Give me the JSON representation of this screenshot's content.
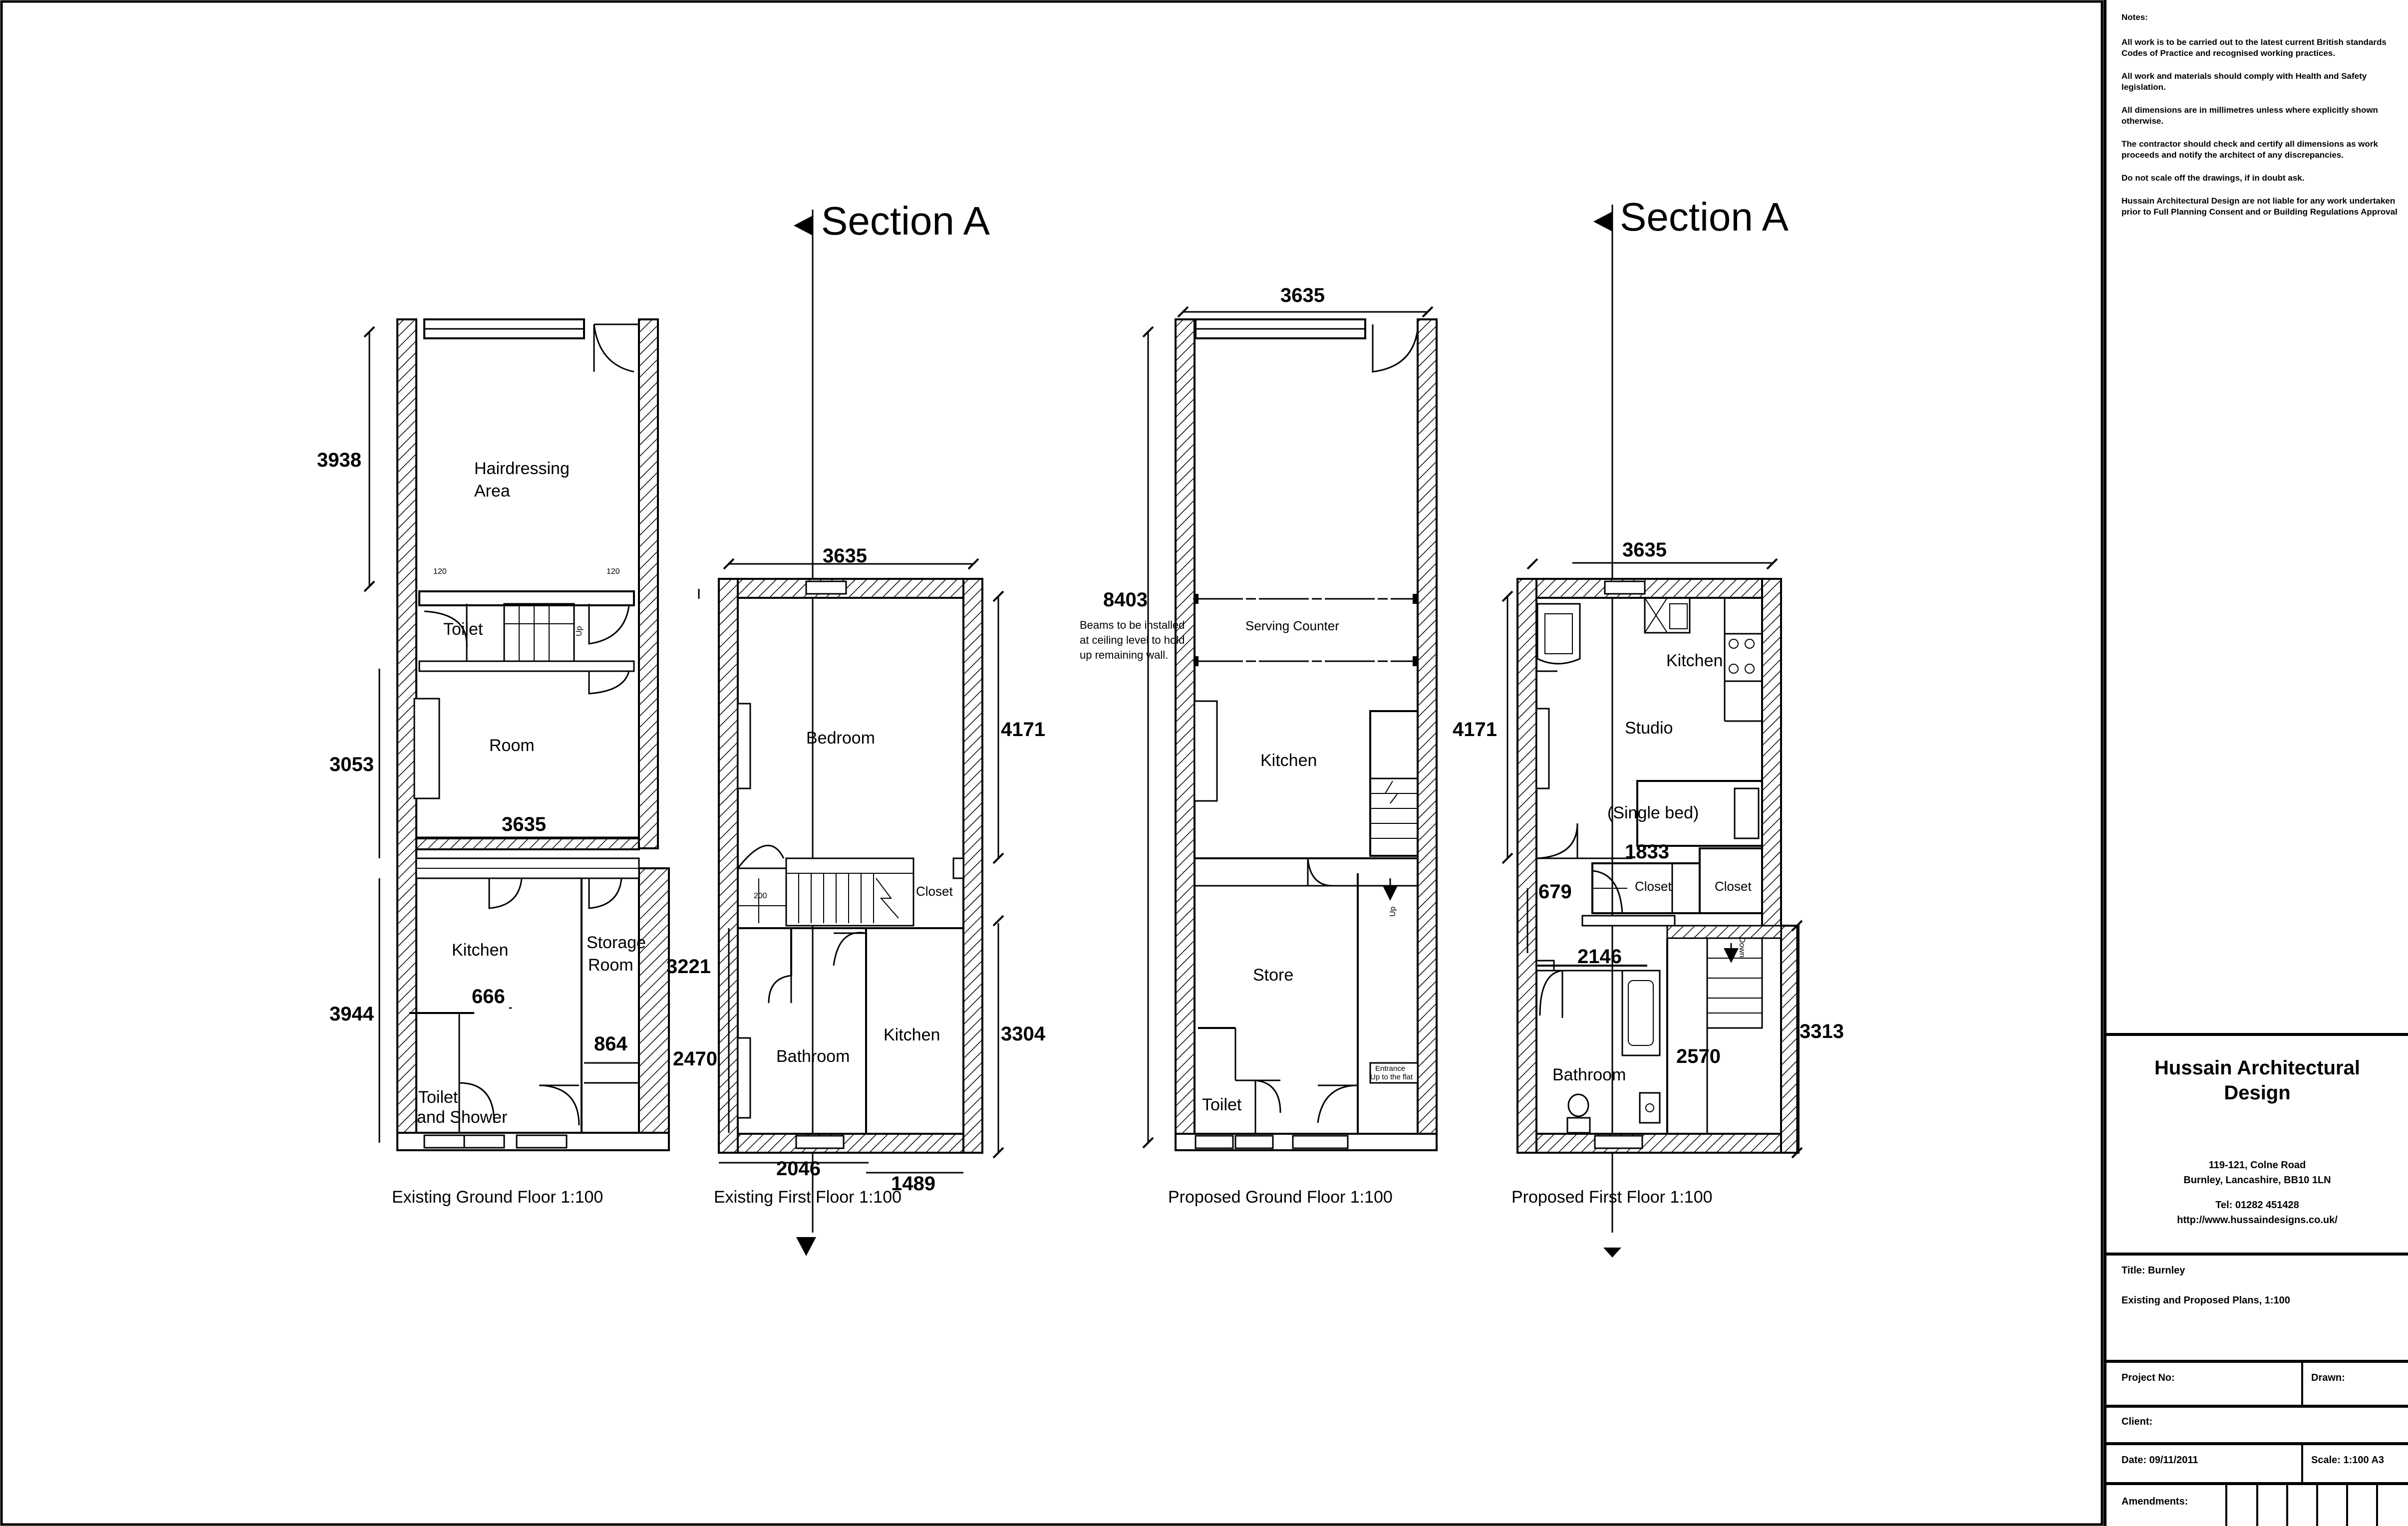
{
  "sections": [
    {
      "label": "Section A"
    },
    {
      "label": "Section A"
    }
  ],
  "plans": [
    {
      "title": "Existing Ground Floor 1:100"
    },
    {
      "title": "Existing First Floor 1:100"
    },
    {
      "title": "Proposed Ground Floor 1:100"
    },
    {
      "title": "Proposed First Floor 1:100"
    }
  ],
  "rooms": {
    "eg_hair": "Hairdressing",
    "eg_area": "Area",
    "eg_toilet": "Toilet",
    "eg_room": "Room",
    "eg_kitchen": "Kitchen",
    "eg_storage": "Storage",
    "eg_storage2": "Room",
    "eg_toilet_shower": "Toilet",
    "eg_toilet_shower2": "and Shower",
    "ef_bedroom": "Bedroom",
    "ef_closet": "Closet",
    "ef_bathroom": "Bathroom",
    "ef_kitchen": "Kitchen",
    "pg_serving": "Serving Counter",
    "pg_kitchen": "Kitchen",
    "pg_store": "Store",
    "pg_toilet": "Toilet",
    "pg_up": "Up",
    "pg_entrance": "Entrance",
    "pg_entrance2": "Up to the flat",
    "pf_kitchen": "Kitchen",
    "pf_studio": "Studio",
    "pf_single_bed": "(Single bed)",
    "pf_closet1": "Closet",
    "pf_closet2": "Closet",
    "pf_bathroom": "Bathroom",
    "pf_down": "Down",
    "beams1": "Beams to be installed",
    "beams2": "at ceiling level to hold",
    "beams3": "up remaining wall.",
    "up_small": "Up",
    "d120a": "120",
    "d120b": "120",
    "d200": "200"
  },
  "dimensions": {
    "eg_3938": "3938",
    "eg_3053": "3053",
    "eg_3635": "3635",
    "eg_3944": "3944",
    "eg_666": "666",
    "eg_864": "864",
    "eg_2470": "2470",
    "ef_3635": "3635",
    "ef_4171": "4171",
    "ef_3221": "3221",
    "ef_3304": "3304",
    "ef_2046": "2046",
    "ef_1489": "1489",
    "pg_3635": "3635",
    "pg_8403": "8403",
    "pf_3635": "3635",
    "pf_4171": "4171",
    "pf_1833": "1833",
    "pf_679": "679",
    "pf_2146": "2146",
    "pf_2570": "2570",
    "pf_3313": "3313"
  },
  "notes": {
    "heading": "Notes:",
    "items": [
      "All work is to be carried out to the latest current British standards Codes of Practice and recognised working practices.",
      "All work and materials should comply with Health and Safety legislation.",
      "All dimensions are in millimetres unless where explicitly shown otherwise.",
      "The contractor should check and certify all dimensions as work proceeds and notify the architect of any discrepancies.",
      "Do not scale off the drawings, if in doubt ask.",
      "Hussain Architectural Design are not liable for any work undertaken prior to Full Planning Consent and or Building Regulations Approval"
    ]
  },
  "firm": {
    "name_line1": "Hussain Architectural",
    "name_line2": "Design",
    "address1": "119-121, Colne Road",
    "address2": "Burnley, Lancashire, BB10 1LN",
    "tel": "Tel:  01282 451428",
    "web": "http://www.hussaindesigns.co.uk/"
  },
  "title_block": {
    "title": "Title:  Burnley",
    "subtitle": "Existing and Proposed Plans, 1:100",
    "project_no": "Project No:",
    "drawn": "Drawn:",
    "client": "Client:",
    "date": "Date: 09/11/2011",
    "scale": "Scale: 1:100 A3",
    "amendments": "Amendments:"
  }
}
